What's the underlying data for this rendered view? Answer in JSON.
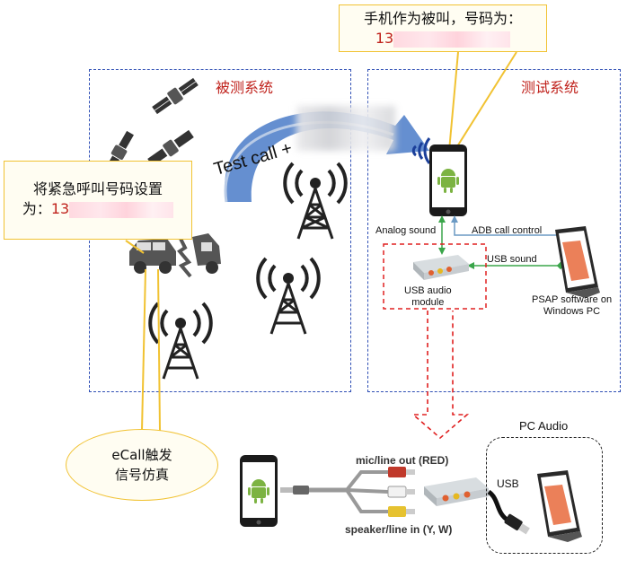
{
  "regions": {
    "dut_title": "被测系统",
    "test_title": "测试系统"
  },
  "callouts": {
    "phone": {
      "line1": "手机作为被叫，号码为：",
      "number_prefix": "13"
    },
    "set_number": {
      "line1": "将紧急呼叫号码设置",
      "line2_prefix": "为：",
      "number_prefix": "13"
    },
    "ecall": {
      "line1": "eCall触发",
      "line2": "信号仿真"
    }
  },
  "arrow_label": "Test call +",
  "labels": {
    "analog_sound": "Analog sound",
    "adb_call_control": "ADB call control",
    "usb_sound": "USB sound",
    "usb_audio_module_l1": "USB audio",
    "usb_audio_module_l2": "module",
    "psap_l1": "PSAP software on",
    "psap_l2": "Windows PC",
    "pc_audio": "PC Audio",
    "mic_line_out": "mic/line out (RED)",
    "speaker_line_in": "speaker/line in (Y, W)",
    "usb": "USB"
  },
  "icons": [
    "satellite-icon",
    "cell-tower-icon",
    "smartphone-icon",
    "android-icon",
    "car-crash-icon",
    "tablet-icon",
    "usb-audio-module-icon",
    "usb-plug-icon",
    "rca-cable-icon",
    "signal-waves-icon"
  ],
  "colors": {
    "region_border": "#2f4fb5",
    "region_title": "#c0231d",
    "callout_border": "#f1c232",
    "green_line": "#3aa54a",
    "blue_line": "#6b9ac4",
    "red_dash": "#e02020",
    "arrow_blue": "#3a6fc4"
  }
}
